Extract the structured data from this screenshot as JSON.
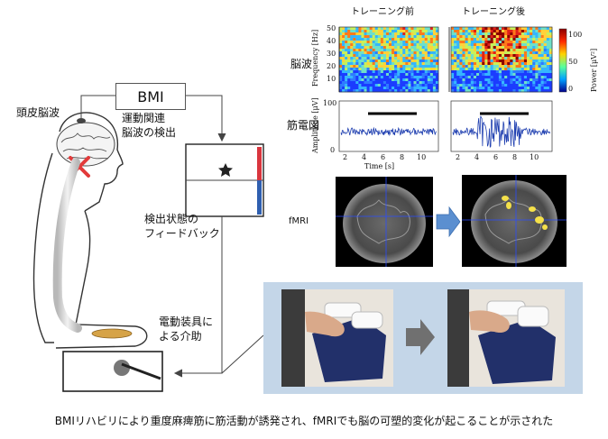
{
  "bmi_box": "BMI",
  "labels": {
    "scalp_eeg": "頭皮脳波",
    "detection_line1": "運動関連",
    "detection_line2": "脳波の検出",
    "feedback_line1": "検出状態の",
    "feedback_line2": "フィードバック",
    "device_line1": "電動装具に",
    "device_line2": "よる介助",
    "eeg_row": "脳波",
    "emg_row": "筋電図",
    "fmri_row": "fMRI"
  },
  "columns": {
    "before": "トレーニング前",
    "after": "トレーニング後"
  },
  "spectrogram": {
    "y_label": "Frequency [Hz]",
    "y_ticks": [
      "50",
      "40",
      "30",
      "20",
      "10"
    ],
    "colorbar_label": "Power [μV²]",
    "colorbar_ticks": [
      "100",
      "50",
      "0"
    ]
  },
  "emg": {
    "y_label": "Amplitude [μV]",
    "y_ticks": [
      "100",
      "0"
    ],
    "x_ticks": [
      "2",
      "4",
      "6",
      "8",
      "10"
    ],
    "x_label": "Time [s]"
  },
  "caption": "BMIリハビリにより重度麻痺筋に筋活動が誘発され、fMRIでも脳の可塑的変化が起こることが示された",
  "colors": {
    "panel_bg": "#c4d6e8",
    "arrow_blue": "#5b8fd0",
    "red_bar": "#d9363e",
    "blue_bar": "#2f5fb0",
    "brain_red_x": "#e23a3a"
  },
  "icons": [
    "star-icon",
    "brain-illustration",
    "arrow-right-icon"
  ]
}
